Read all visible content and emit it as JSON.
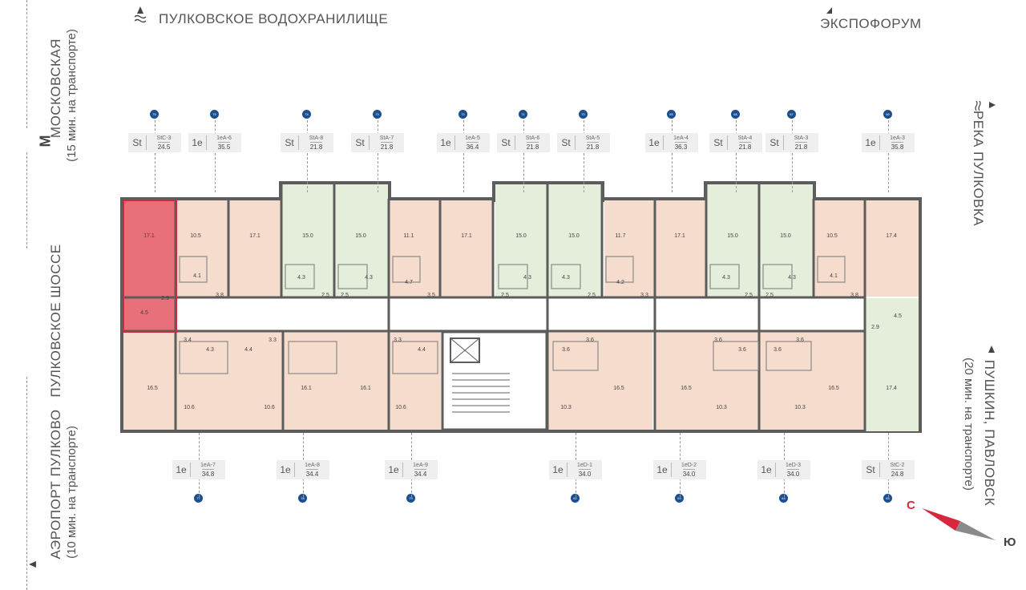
{
  "labels": {
    "north_landmark": "ПУЛКОВСКОЕ ВОДОХРАНИЛИЩЕ",
    "ne_landmark": "ЭКСПОФОРУМ",
    "left_metro_title": "МОСКОВСКАЯ",
    "left_metro_sub": "(15 мин. на транспорте)",
    "left_metro_symbol": "М",
    "left_road": "ПУЛКОВСКОЕ ШОССЕ",
    "left_airport_title": "АЭРОПОРТ ПУЛКОВО",
    "left_airport_sub": "(10 мин. на транспорте)",
    "right_river": "РЕКА ПУЛКОВКА",
    "right_town_title": "ПУШКИН, ПАВЛОВСК",
    "right_town_sub": "(20 мин. на транспорте)",
    "compass_n": "С",
    "compass_s": "Ю"
  },
  "colors": {
    "selected": "#e8707a",
    "peach": "#f6dccd",
    "green": "#e4eedb",
    "wall": "#5c5c5c",
    "badge": "#1b4f8f",
    "compass_red": "#d8263c",
    "compass_grey": "#8a8a8a"
  },
  "top_apartments": [
    {
      "num": "76",
      "kind": "St",
      "code": "StC-3",
      "area": "24.5"
    },
    {
      "num": "75",
      "kind": "1e",
      "code": "1eA-6",
      "area": "35.5"
    },
    {
      "num": "74",
      "kind": "St",
      "code": "StA-8",
      "area": "21.8"
    },
    {
      "num": "73",
      "kind": "St",
      "code": "StA-7",
      "area": "21.8"
    },
    {
      "num": "72",
      "kind": "1e",
      "code": "1eA-5",
      "area": "36.4"
    },
    {
      "num": "71",
      "kind": "St",
      "code": "StA-6",
      "area": "21.8"
    },
    {
      "num": "70",
      "kind": "St",
      "code": "StA-5",
      "area": "21.8"
    },
    {
      "num": "69",
      "kind": "1e",
      "code": "1eA-4",
      "area": "36.3"
    },
    {
      "num": "68",
      "kind": "St",
      "code": "StA-4",
      "area": "21.8"
    },
    {
      "num": "67",
      "kind": "St",
      "code": "StA-3",
      "area": "21.8"
    },
    {
      "num": "66",
      "kind": "1e",
      "code": "1eA-3",
      "area": "35.8"
    }
  ],
  "bottom_apartments": [
    {
      "num": "77",
      "kind": "1e",
      "code": "1eA-7",
      "area": "34.8"
    },
    {
      "num": "78",
      "kind": "1e",
      "code": "1eA-8",
      "area": "34.4"
    },
    {
      "num": "79",
      "kind": "1e",
      "code": "1eA-9",
      "area": "34.4"
    },
    {
      "num": "62",
      "kind": "1e",
      "code": "1eD-1",
      "area": "34.0"
    },
    {
      "num": "63",
      "kind": "1e",
      "code": "1eD-2",
      "area": "34.0"
    },
    {
      "num": "64",
      "kind": "1e",
      "code": "1eD-3",
      "area": "34.0"
    },
    {
      "num": "65",
      "kind": "St",
      "code": "StC-2",
      "area": "24.8"
    }
  ],
  "rooms_top": [
    "17.1",
    "10.5",
    "17.1",
    "15.0",
    "15.0",
    "11.1",
    "17.1",
    "15.0",
    "15.0",
    "11.7",
    "17.1",
    "15.0",
    "15.0",
    "10.5",
    "17.4"
  ],
  "rooms_top_small": [
    "4.5",
    "2.9",
    "4.1",
    "3.8",
    "4.3",
    "2.5",
    "2.5",
    "4.3",
    "4.7",
    "3.5",
    "2.5",
    "4.3",
    "4.3",
    "2.5",
    "4.2",
    "3.3",
    "4.3",
    "2.5",
    "2.5",
    "4.3",
    "4.1",
    "3.8",
    "4.5",
    "2.9"
  ],
  "rooms_bottom": [
    "16.5",
    "10.6",
    "10.6",
    "16.1",
    "16.1",
    "10.6",
    "10.3",
    "16.5",
    "16.5",
    "10.3",
    "10.3",
    "16.5",
    "17.4"
  ],
  "rooms_bottom_small": [
    "3.4",
    "4.3",
    "4.4",
    "3.3",
    "3.3",
    "4.4",
    "3.6",
    "3.6",
    "3.6",
    "3.6",
    "3.6",
    "3.6"
  ]
}
